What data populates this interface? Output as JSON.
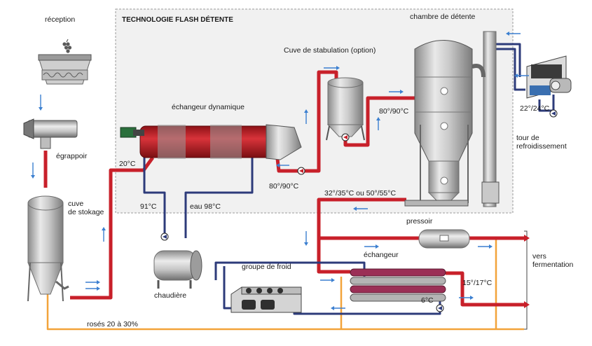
{
  "title": "TECHNOLOGIE FLASH DÉTENTE",
  "labels": {
    "reception": "réception",
    "egrappoir": "égrappoir",
    "cuve_line1": "cuve",
    "cuve_line2": "de stokage",
    "echangeur_dynamique": "échangeur dynamique",
    "cuve_stabulation": "Cuve de stabulation (option)",
    "chambre_detente": "chambre de détente",
    "tour_line1": "tour de",
    "tour_line2": "refroidissement",
    "pressoir": "pressoir",
    "echangeur": "échangeur",
    "groupe_froid": "groupe de froid",
    "chaudiere": "chaudière",
    "vers_line1": "vers",
    "vers_line2": "fermentation",
    "roses": "rosés 20 à 30%"
  },
  "temperatures": {
    "t20": "20°C",
    "t91": "91°C",
    "eau98": "eau 98°C",
    "t80_90_a": "80°/90°C",
    "t80_90_b": "80°/90°C",
    "t22_24": "22°/24°C",
    "t32_55": "32°/35°C ou 50°/55°C",
    "t15_17": "15°/17°C",
    "t6": "6°C"
  },
  "colors": {
    "hot_pipe": "#c8202a",
    "water_pipe": "#2d3b7a",
    "rose_pipe": "#f2a33a",
    "flow_arrow": "#3b7fd0",
    "heat_panel": "#f2f2f2"
  },
  "icons": [
    "grape-icon",
    "pump-icon",
    "flow-arrow-icon"
  ]
}
